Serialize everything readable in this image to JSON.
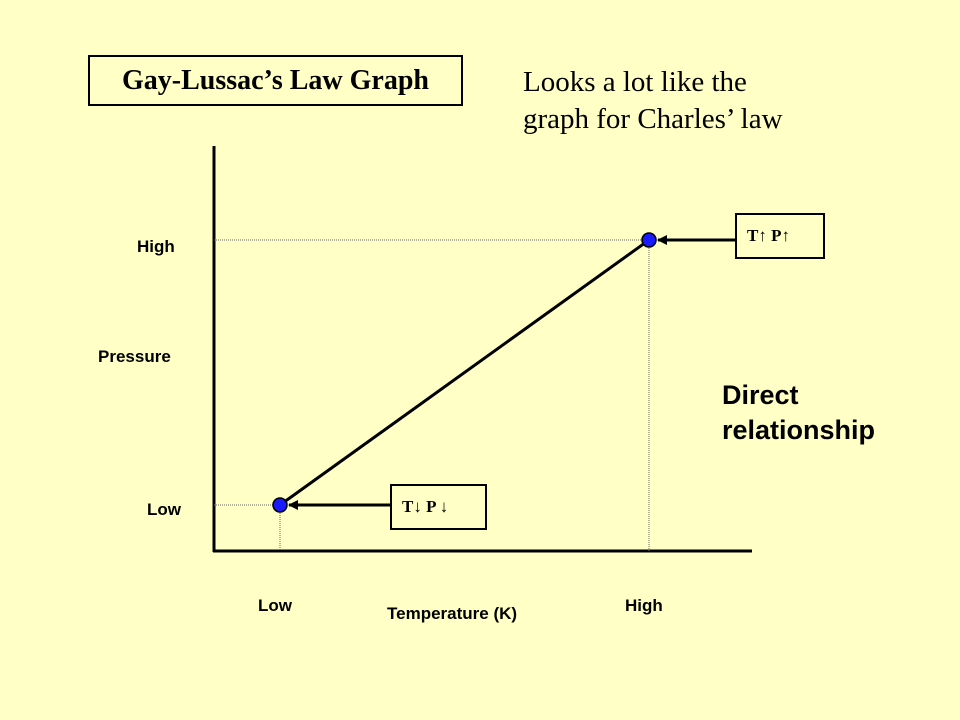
{
  "title": "Gay-Lussac’s Law Graph",
  "note_lines": [
    "Looks a lot like the",
    "graph for Charles’ law"
  ],
  "axes": {
    "y_label": "Pressure",
    "y_high": "High",
    "y_low": "Low",
    "x_label": "Temperature (K)",
    "x_low": "Low",
    "x_high": "High"
  },
  "points": {
    "high_label": "T↑ P↑",
    "low_label": "T↓ P ↓"
  },
  "relationship_lines": [
    "Direct",
    "relationship"
  ],
  "colors": {
    "background": "#ffffc6",
    "point_fill": "#1a1aff"
  }
}
